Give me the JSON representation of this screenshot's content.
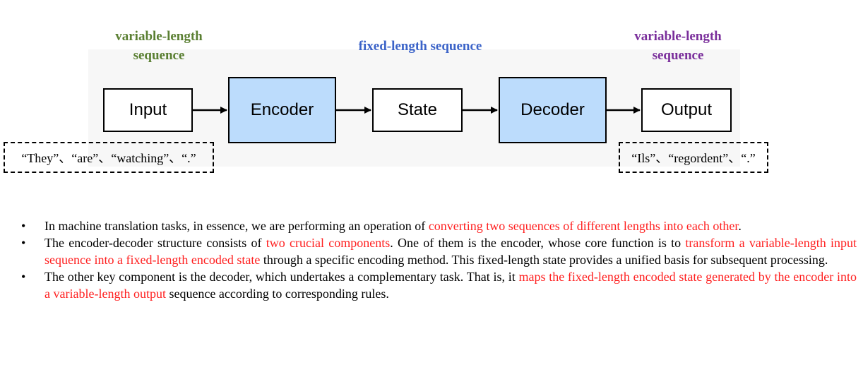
{
  "diagram": {
    "labels": {
      "input_side": "variable-length sequence",
      "middle": "fixed-length sequence",
      "output_side": "variable-length sequence"
    },
    "label_colors": {
      "input_side": "#5a7f32",
      "middle": "#3b63c8",
      "output_side": "#7a2e9b"
    },
    "boxes": {
      "input": "Input",
      "encoder": "Encoder",
      "state": "State",
      "decoder": "Decoder",
      "output": "Output"
    },
    "tokens": {
      "input": "“They”、“are”、“watching”、“.”",
      "output": "“Ils”、“regordent”、“.”"
    },
    "colors": {
      "block_fill": "#bcdcfc",
      "highlight": "#ff2020",
      "panel": "#f7f7f7"
    }
  },
  "bullets": [
    {
      "marker": "•",
      "p1": "In machine translation tasks, in essence, we are performing an operation of ",
      "h1": "converting two sequences of different lengths into each other",
      "p2": "."
    },
    {
      "marker": "•",
      "p1": "The encoder-decoder structure consists of ",
      "h1": "two crucial components",
      "p2": ". One of them is the encoder, whose core function is to ",
      "h2": "transform a variable-length input sequence into a fixed-length encoded state",
      "p3": " through a specific encoding method. This fixed-length state provides a unified basis for subsequent processing."
    },
    {
      "marker": "•",
      "p1": " The other key component is the decoder, which undertakes a complementary task. That is, it ",
      "h1": "maps the fixed-length encoded state generated by the encoder into a variable-length output",
      "p2": " sequence according to corresponding rules."
    }
  ]
}
